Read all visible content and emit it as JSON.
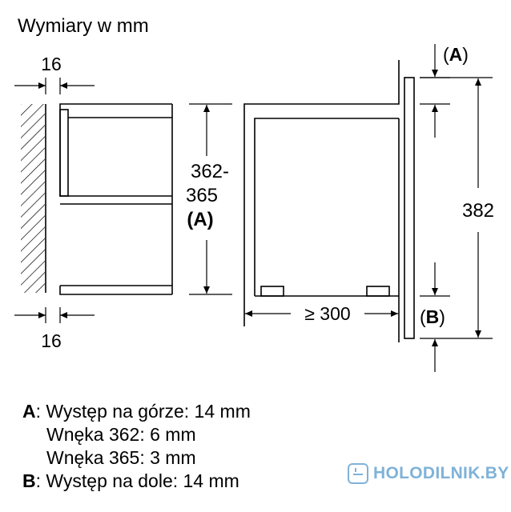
{
  "title": "Wymiary w mm",
  "dimensions": {
    "gap_top": "16",
    "gap_bottom": "16",
    "niche_height_line1": "362-",
    "niche_height_line2": "365",
    "niche_height_line3": "(A)",
    "depth": "≥ 300",
    "total_height": "382",
    "marker_a": "(A)",
    "marker_b": "(B)"
  },
  "legend": {
    "a_key": "A",
    "a_text": ": Występ na górze: 14 mm",
    "line2": "Wnęka 362: 6 mm",
    "line3": "Wnęka 365: 3 mm",
    "b_key": "B",
    "b_text": ": Występ na dole: 14 mm"
  },
  "watermark": "HOLODILNIK.BY",
  "colors": {
    "line": "#000000",
    "watermark": "#7fb2d8"
  }
}
